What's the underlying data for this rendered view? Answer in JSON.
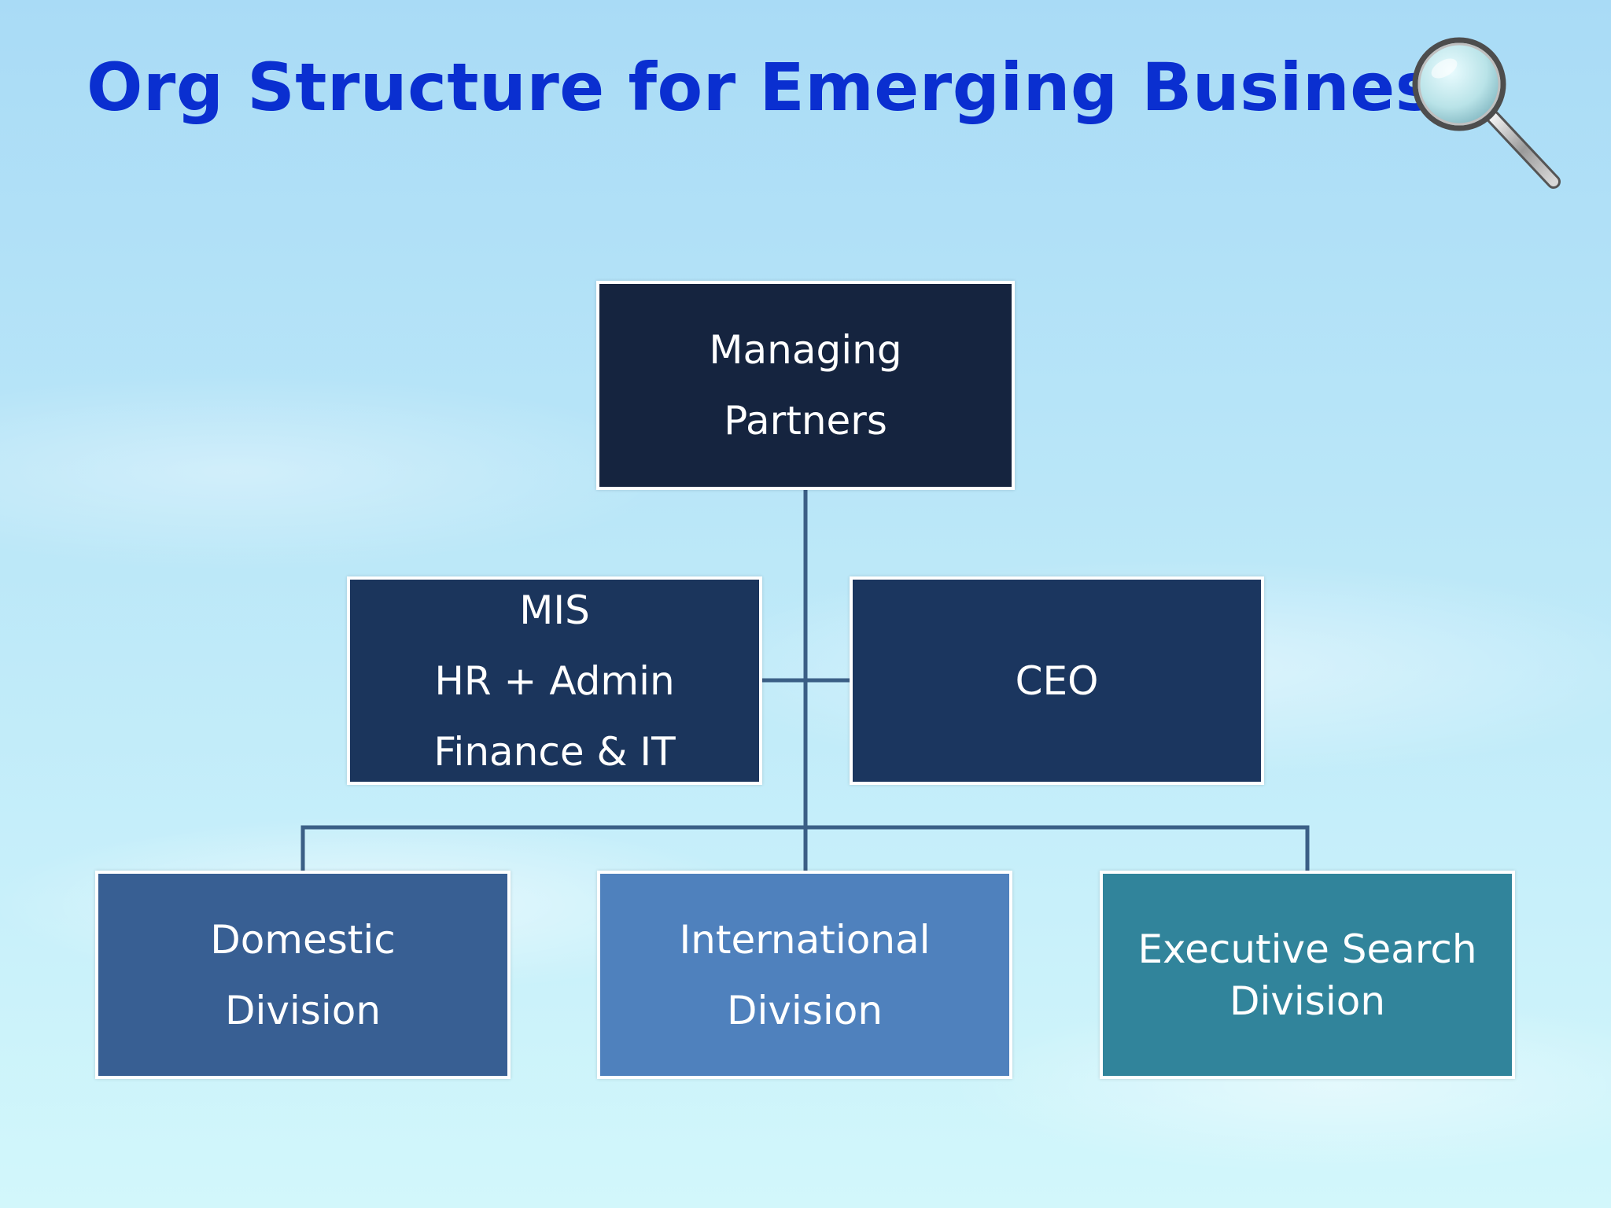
{
  "slide": {
    "title": "Org Structure for Emerging Business",
    "icon": "magnifying-glass-icon"
  },
  "org_chart": {
    "root": {
      "lines": [
        "Managing",
        "Partners"
      ]
    },
    "assistants": [
      {
        "lines": [
          "MIS",
          "HR + Admin",
          "Finance & IT"
        ]
      },
      {
        "lines": [
          "CEO"
        ]
      }
    ],
    "divisions": [
      {
        "lines": [
          "Domestic",
          "Division"
        ]
      },
      {
        "lines": [
          "International",
          "Division"
        ]
      },
      {
        "lines": [
          "Executive Search",
          "Division"
        ]
      }
    ]
  },
  "colors": {
    "title": "#0a2fd0",
    "root_box": "#15243f",
    "assistant_boxes": "#1b355c",
    "domestic_box": "#385f93",
    "international_box": "#4f81bd",
    "executive_search_box": "#31849b",
    "connector": "#3b5f86"
  }
}
